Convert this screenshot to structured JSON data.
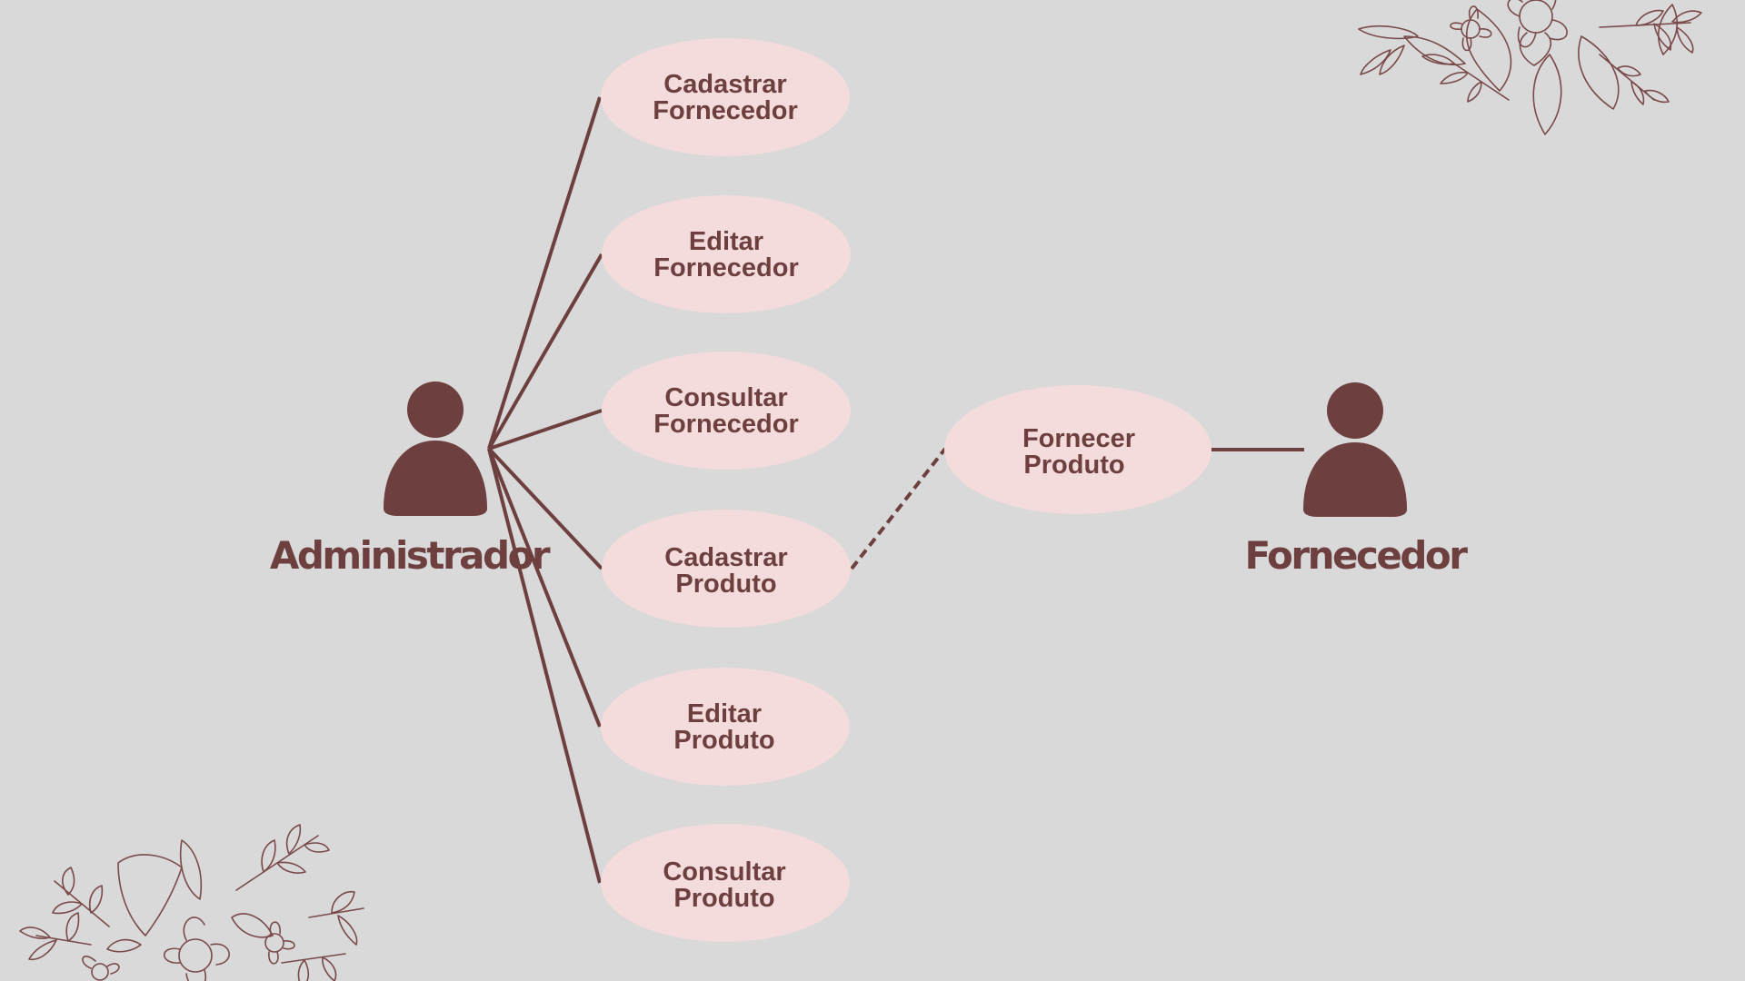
{
  "diagram": {
    "actors": {
      "admin": {
        "label": "Administrador"
      },
      "supplier": {
        "label": "Fornecedor"
      }
    },
    "use_cases": [
      {
        "id": "cadastrar-fornecedor",
        "line1": "Cadastrar",
        "line2": "Fornecedor"
      },
      {
        "id": "editar-fornecedor",
        "line1": "Editar",
        "line2": "Fornecedor"
      },
      {
        "id": "consultar-fornecedor",
        "line1": "Consultar",
        "line2": "Fornecedor"
      },
      {
        "id": "cadastrar-produto",
        "line1": "Cadastrar",
        "line2": "Produto"
      },
      {
        "id": "editar-produto",
        "line1": "Editar",
        "line2": "Produto"
      },
      {
        "id": "consultar-produto",
        "line1": "Consultar",
        "line2": "Produto"
      },
      {
        "id": "fornecer-produto",
        "line1": "Fornecer",
        "line2": "Produto"
      }
    ],
    "colors": {
      "background": "#d9d9d9",
      "ellipse_fill": "#f3dcdb",
      "ink": "#6e3f3f"
    }
  }
}
